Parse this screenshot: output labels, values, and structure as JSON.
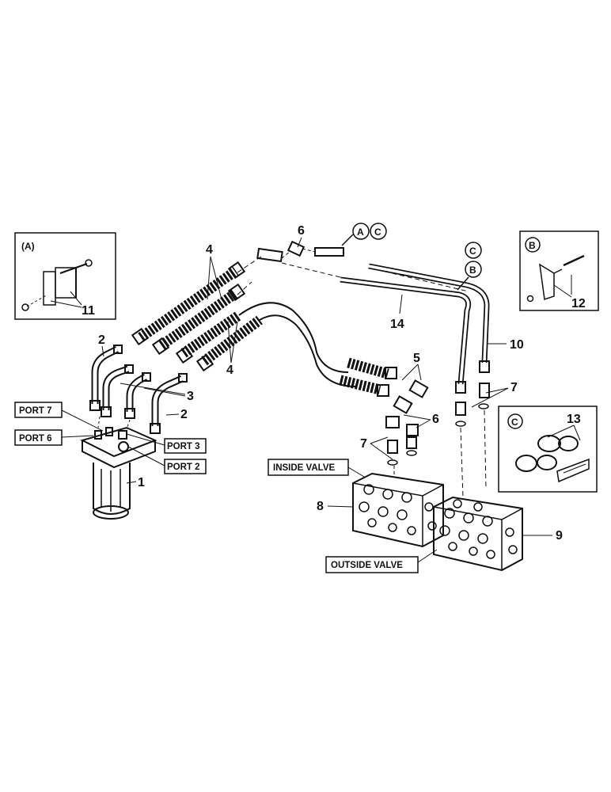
{
  "diagram": {
    "callouts": {
      "n1": "1",
      "n2a": "2",
      "n2b": "2",
      "n3": "3",
      "n4a": "4",
      "n4b": "4",
      "n5": "5",
      "n6a": "6",
      "n6b": "6",
      "n7a": "7",
      "n7b": "7",
      "n8": "8",
      "n9": "9",
      "n10": "10",
      "n11": "11",
      "n12": "12",
      "n13": "13",
      "n14": "14"
    },
    "port_labels": {
      "port7": "PORT 7",
      "port6": "PORT 6",
      "port3": "PORT 3",
      "port2": "PORT 2"
    },
    "valve_labels": {
      "inside": "INSIDE VALVE",
      "outside": "OUTSIDE VALVE"
    },
    "circle_refs": {
      "a": "A",
      "c1": "C",
      "c2": "C",
      "b1": "B",
      "b2": "B",
      "c3": "C",
      "a_inset": "(A)"
    }
  }
}
